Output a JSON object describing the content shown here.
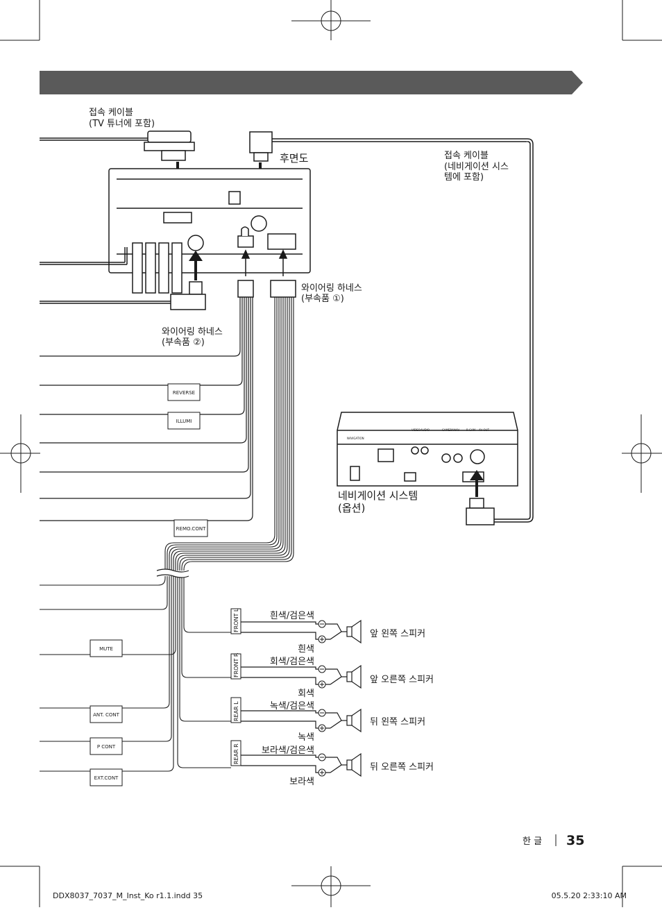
{
  "title_bar": {
    "text": ""
  },
  "labels": {
    "tv_cable": [
      "접속 케이블",
      "(TV 튜너에 포함)"
    ],
    "rear_view": "후면도",
    "nav_cable": [
      "접속 케이블",
      "(네비게이션 시스",
      "템에 포함)"
    ],
    "harness1": [
      "와이어링 하네스",
      "(부속품 ①)"
    ],
    "harness2": [
      "와이어링 하네스",
      "(부속품 ②)"
    ],
    "nav_system": [
      "네비게이션 시스템",
      "(옵션)"
    ]
  },
  "wire_tags": {
    "reverse": "REVERSE",
    "illumi": "ILLUMI",
    "remo_cont": "REMO.CONT",
    "mute": "MUTE",
    "ant_cont": "ANT. CONT",
    "p_cont": "P CONT",
    "ext_cont": "EXT.CONT"
  },
  "nav_unit_labels": [
    "VIDEO",
    "AUDIO",
    "CAMERA",
    "NAV",
    "R-CAM",
    "AV-OUT",
    "NAVIGATION"
  ],
  "speakers": [
    {
      "tag": "FRONT L",
      "minus_wire": "흰색/검은색",
      "plus_wire": "흰색",
      "name": "앞 왼쪽 스피커"
    },
    {
      "tag": "FRONT R",
      "minus_wire": "회색/검은색",
      "plus_wire": "회색",
      "name": "앞 오른쪽 스피커"
    },
    {
      "tag": "REAR L",
      "minus_wire": "녹색/검은색",
      "plus_wire": "녹색",
      "name": "뒤 왼쪽 스피커"
    },
    {
      "tag": "REAR R",
      "minus_wire": "보라색/검은색",
      "plus_wire": "보라색",
      "name": "뒤 오른쪽 스피커"
    }
  ],
  "page_footer": {
    "language": "한 글",
    "page_number": "35"
  },
  "print_slug": {
    "file": "DDX8037_7037_M_Inst_Ko r1.1.indd   35",
    "timestamp": "05.5.20   2:33:10 AM"
  },
  "colors": {
    "title_bar": "#5a5a5a",
    "ink": "#1a1a1a"
  }
}
